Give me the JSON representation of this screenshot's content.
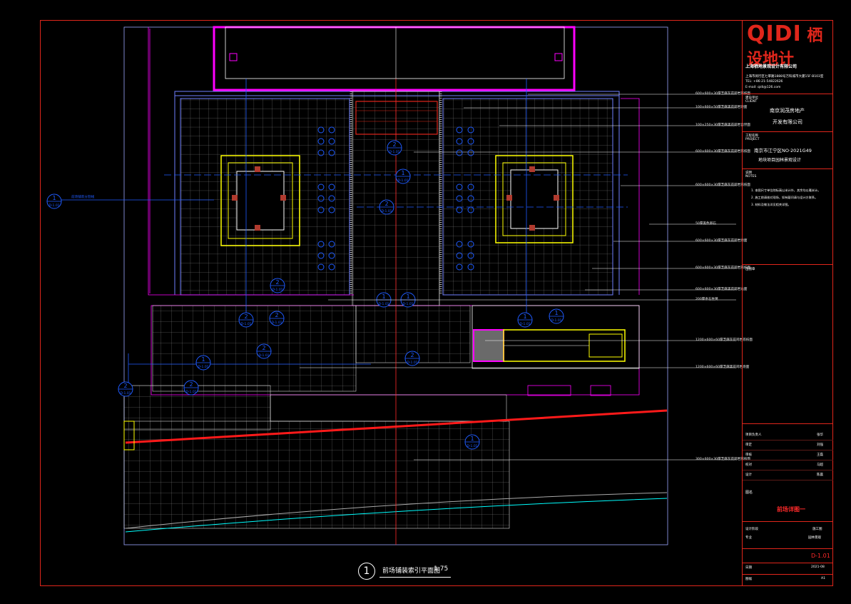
{
  "title_block": {
    "logo_latin": "QIDI",
    "logo_cn": "栖设地计",
    "company_name": "上海栖地景观设计有限公司",
    "company_addr": "上海市闵行区七莘路1888号万科城市大厦15F-B103室",
    "company_tel": "TEL: +86-21-54822626",
    "company_email": "E-mail: qidi@126.com",
    "client_label": "建设单位",
    "client_label_en": "CLIENT",
    "client_line1": "南京润茂房地产",
    "client_line2": "开发有限公司",
    "project_label": "工程名称",
    "project_label_en": "PROJECT",
    "project_line1": "南京市江宁区NO·2021G49",
    "project_line2": "地块项目园林景观设计",
    "notes_label": "说明",
    "notes_label_en": "NOTES",
    "notes": [
      "1. 本图尺寸单位除标高以米计外，其余均以毫米计。",
      "2. 施工前请核对现场，如有疑问请与设计方联系。",
      "3. 材料及做法详见相关详图。"
    ],
    "stamp_label": "出图章",
    "designer_rows": [
      {
        "label": "项目负责人",
        "value": "张华"
      },
      {
        "label": "审定",
        "value": "刘强"
      },
      {
        "label": "审核",
        "value": "王磊"
      },
      {
        "label": "校对",
        "value": "马超"
      },
      {
        "label": "设计",
        "value": "陈晨"
      }
    ],
    "drawing_name_label": "图名",
    "drawing_name": "前场详图一",
    "stage_label": "设计阶段",
    "stage_value": "施工图",
    "discipline_label": "专业",
    "discipline_value": "园林景观",
    "drawing_no": "D-1.01",
    "date_label": "日期",
    "date_value": "2021-08",
    "sheet_label": "图幅",
    "sheet_value": "A1"
  },
  "plan": {
    "caption_number": "1",
    "caption_title": "前场铺装索引平面图",
    "caption_scale": "1:75",
    "left_label": "前场铺装分割线",
    "index_marks": [
      "1",
      "2",
      "1",
      "2",
      "2",
      "1",
      "1",
      "2",
      "2",
      "1",
      "1",
      "2",
      "2",
      "1",
      "2",
      "2",
      "1"
    ],
    "index_sub": "D-1.01",
    "callouts": [
      "600×600×30厚芝麻灰花岗岩荔枝面",
      "100×600×50厚芝麻黑花岗岩烧面",
      "100×250×30厚芝麻黑花岗岩自然面",
      "600×600×30厚芝麻灰花岗岩荔枝面",
      "600×600×30厚芝麻灰花岗岩荔枝面",
      "50厚黑色卵石",
      "600×600×30厚芝麻灰花岗岩烧面",
      "600×600×30厚芝麻灰花岗岩荔枝面",
      "600×600×30厚芝麻黑花岗岩光面",
      "200厚条石坐凳",
      "1200×600×60厚芝麻灰花岗岩荔枝面",
      "1200×600×60厚芝麻黑花岗岩烧面",
      "300×600×30厚芝麻灰花岗岩荔枝面"
    ]
  },
  "colors": {
    "frame": "#e0261b",
    "grid": "#bfbfbf",
    "index": "#1f5bff",
    "wall": "#ff00ff",
    "pool": "#ffff00"
  }
}
